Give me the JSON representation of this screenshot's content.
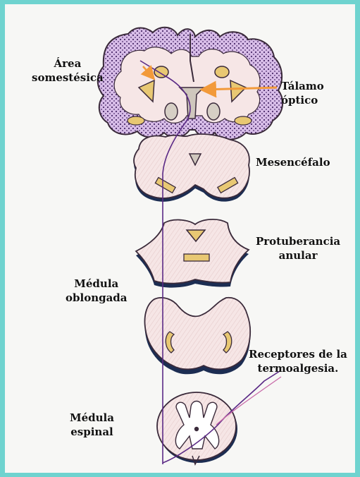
{
  "labels": {
    "area": [
      "Área",
      "somestésica"
    ],
    "talamo": [
      "Tálamo",
      "óptico"
    ],
    "mesencefalo": "Mesencéfalo",
    "protuberancia": [
      "Protuberancia",
      "anular"
    ],
    "medula_oblongada": [
      "Médula",
      "oblongada"
    ],
    "receptores": [
      "Receptores de la",
      "termoalgesia."
    ],
    "medula_espinal": [
      "Médula",
      "espinal"
    ]
  },
  "colors": {
    "frame": "#6fd3cf",
    "paper": "#f7f7f5",
    "tissue": "#f6e6e6",
    "cortex": "#c9a6dd",
    "outline": "#3a2a3a",
    "nucleus": "#e8c873",
    "pathway": "#5b2a86",
    "arrow": "#f29a3a",
    "shadow": "#1c2d52"
  }
}
